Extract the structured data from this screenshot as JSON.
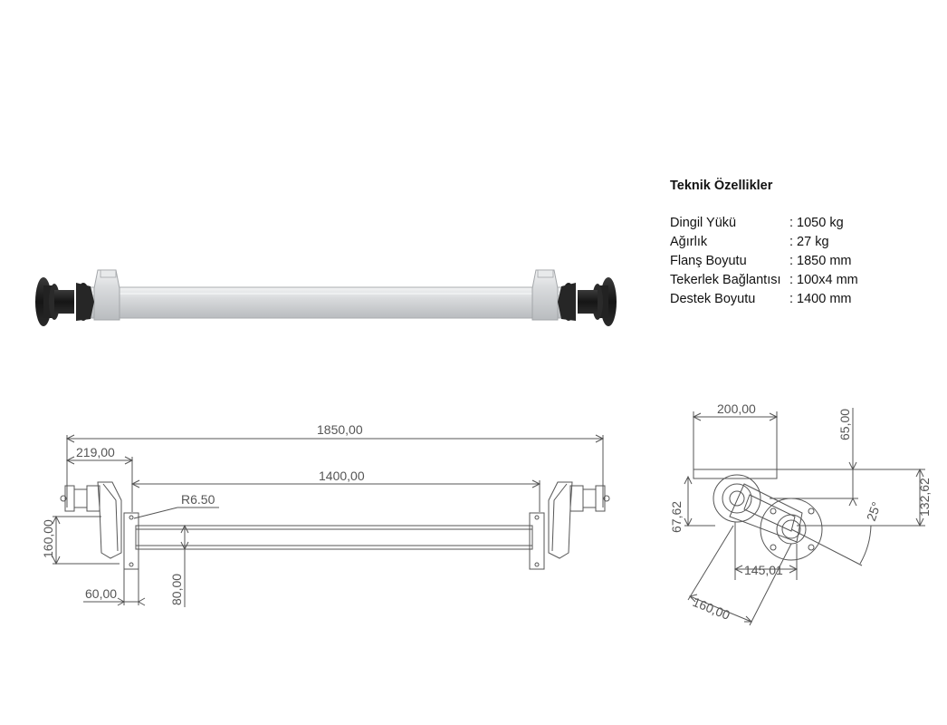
{
  "specs": {
    "title": "Teknik Özellikler",
    "rows": [
      {
        "label": "Dingil Yükü",
        "value": ": 1050 kg"
      },
      {
        "label": "Ağırlık",
        "value": ": 27 kg"
      },
      {
        "label": "Flanş Boyutu",
        "value": ": 1850 mm"
      },
      {
        "label": "Tekerlek Bağlantısı",
        "value": ": 100x4 mm"
      },
      {
        "label": "Destek Boyutu",
        "value": ": 1400 mm"
      }
    ]
  },
  "drawing_front": {
    "dim_overall": "1850,00",
    "dim_offset": "219,00",
    "dim_support": "1400,00",
    "dim_radius": "R6.50",
    "dim_height": "160,00",
    "dim_bracket": "60,00",
    "dim_tube": "80,00"
  },
  "drawing_side": {
    "dim_width": "200,00",
    "dim_top": "65,00",
    "dim_total_h": "132,62",
    "dim_left_h": "67,62",
    "dim_angle": "25°",
    "dim_center": "145,01",
    "dim_arm": "160,00"
  },
  "colors": {
    "line": "#555555",
    "steel": "#d6d8da",
    "rubber": "#1a1a1a"
  }
}
